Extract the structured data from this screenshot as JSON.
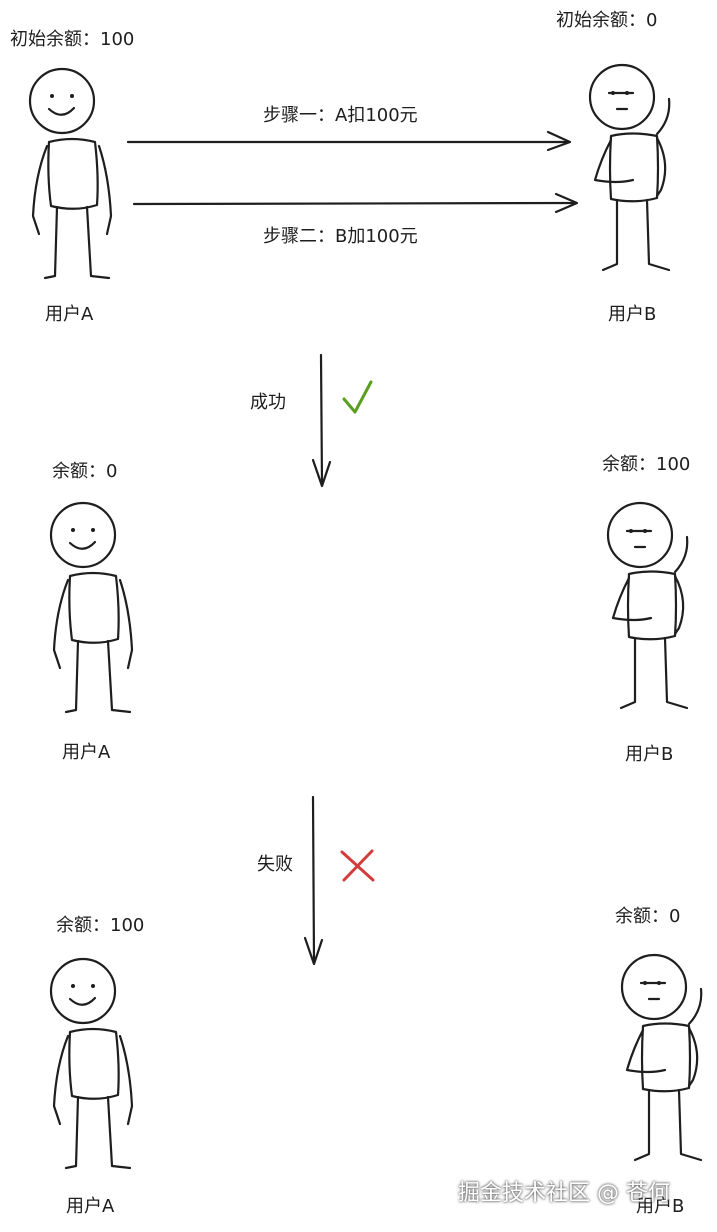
{
  "top": {
    "user_a": {
      "balance_label": "初始余额：100",
      "name": "用户A"
    },
    "user_b": {
      "balance_label": "初始余额：0",
      "name": "用户B"
    },
    "step1": "步骤一：A扣100元",
    "step2": "步骤二：B加100元"
  },
  "success": {
    "label": "成功",
    "mark_color": "#5a9e1f",
    "user_a": {
      "balance_label": "余额：0",
      "name": "用户A"
    },
    "user_b": {
      "balance_label": "余额：100",
      "name": "用户B"
    }
  },
  "failure": {
    "label": "失败",
    "mark_color": "#d23c3c",
    "user_a": {
      "balance_label": "余额：100",
      "name": "用户A"
    },
    "user_b": {
      "balance_label": "余额：0",
      "name": "用户B"
    }
  },
  "watermark": "掘金技术社区 @ 苍何"
}
